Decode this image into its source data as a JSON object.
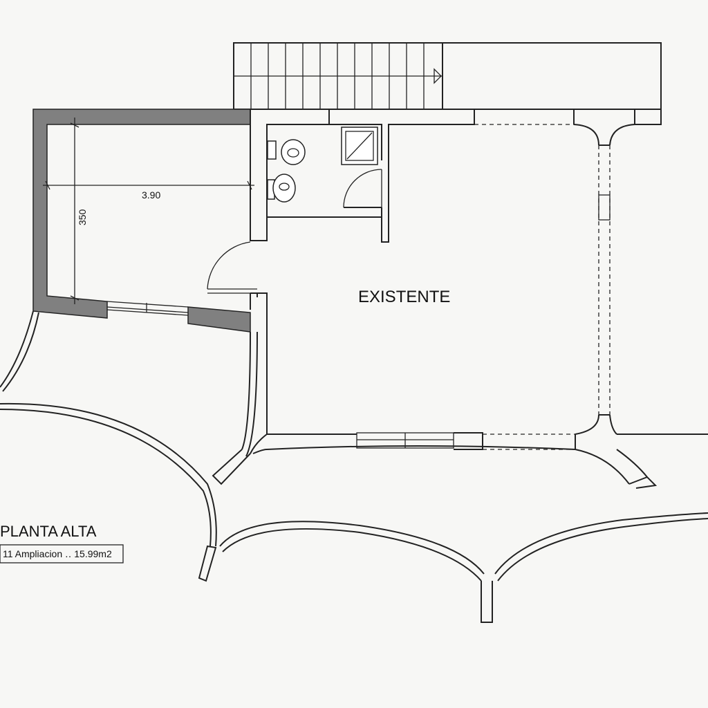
{
  "labels": {
    "existing_room": "EXISTENTE",
    "dim_horizontal": "3.90",
    "dim_vertical": "350",
    "plan_title": "PLANTA ALTA",
    "area_note": "11 Ampliacion ‥ 15.99m2"
  },
  "colors": {
    "new_wall": "#808080",
    "line": "#222222",
    "background": "#f7f7f5"
  }
}
